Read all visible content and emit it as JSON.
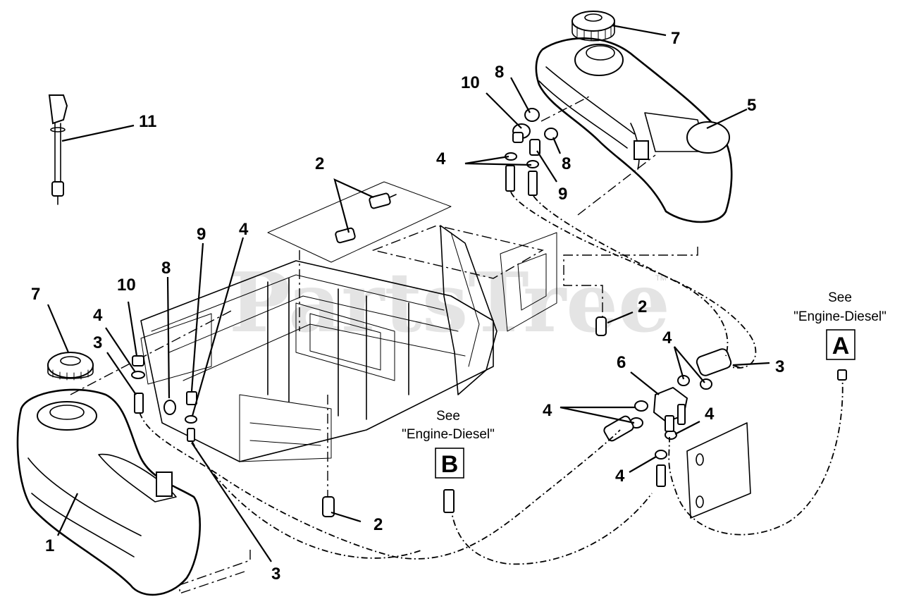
{
  "watermark": {
    "text": "PartsTree",
    "trademark": "TM"
  },
  "callouts": {
    "c1": "1",
    "c2a": "2",
    "c2b": "2",
    "c2c": "2",
    "c3a": "3",
    "c3b": "3",
    "c3c": "3",
    "c4a": "4",
    "c4b": "4",
    "c4c": "4",
    "c4d": "4",
    "c4e": "4",
    "c4f": "4",
    "c4g": "4",
    "c5": "5",
    "c6": "6",
    "c7a": "7",
    "c7b": "7",
    "c8a": "8",
    "c8b": "8",
    "c8c": "8",
    "c9a": "9",
    "c9b": "9",
    "c10a": "10",
    "c10b": "10",
    "c11": "11"
  },
  "references": {
    "a": {
      "see": "See",
      "target": "\"Engine-Diesel\"",
      "letter": "A"
    },
    "b": {
      "see": "See",
      "target": "\"Engine-Diesel\"",
      "letter": "B"
    }
  }
}
